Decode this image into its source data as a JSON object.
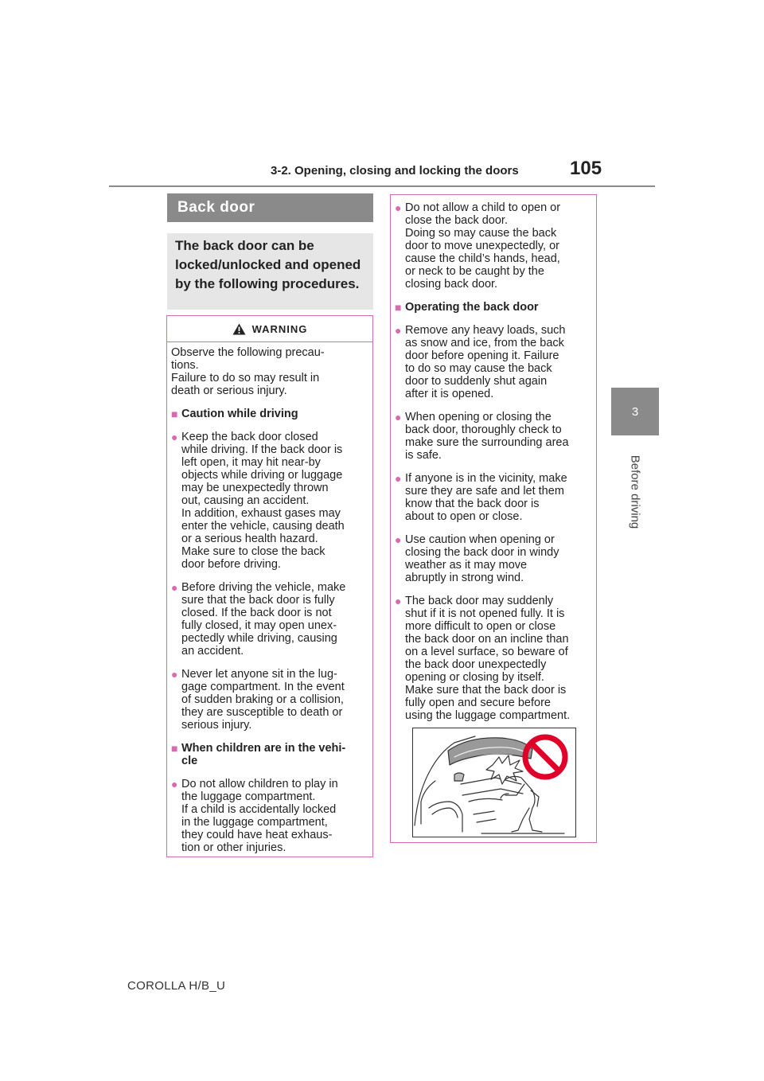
{
  "header": {
    "section_title": "3-2. Opening, closing and locking the doors",
    "page_number": "105"
  },
  "side_tab": {
    "chapter_number": "3",
    "chapter_title": "Before driving"
  },
  "section": {
    "title": "Back door",
    "intro": "The back door can be locked/unlocked and opened by the following procedures."
  },
  "warning": {
    "label": "WARNING",
    "intro": [
      "Observe the following precau-",
      "tions.",
      "Failure to do so may result in",
      "death or serious injury."
    ],
    "subhead_1": "Caution while driving",
    "item_1": [
      "Keep the back door closed",
      "while driving. If the back door is",
      "left open, it may hit near-by",
      "objects while driving or luggage",
      "may be unexpectedly thrown",
      "out, causing an accident.",
      "In addition, exhaust gases may",
      "enter the vehicle, causing death",
      "or a serious health hazard.",
      "Make sure to close the back",
      "door before driving."
    ],
    "item_2": [
      "Before driving the vehicle, make",
      "sure that the back door is fully",
      "closed. If the back door is not",
      "fully closed, it may open unex-",
      "pectedly while driving, causing",
      "an accident."
    ],
    "item_3": [
      "Never let anyone sit in the lug-",
      "gage compartment. In the event",
      "of sudden braking or a collision,",
      "they are susceptible to death or",
      "serious injury."
    ],
    "subhead_2": [
      "When children are in the vehi-",
      "cle"
    ],
    "item_4": [
      "Do not allow children to play in",
      "the luggage compartment.",
      "If a child is accidentally locked",
      "in the luggage compartment,",
      "they could have heat exhaus-",
      "tion or other injuries."
    ]
  },
  "right_column": {
    "item_5": [
      "Do not allow a child to open or",
      "close the back door.",
      "Doing so may cause the back",
      "door to move unexpectedly, or",
      "cause the child’s hands, head,",
      "or neck to be caught by the",
      "closing back door."
    ],
    "subhead_3": "Operating the back door",
    "item_6": [
      "Remove any heavy loads, such",
      "as snow and ice, from the back",
      "door before opening it. Failure",
      "to do so may cause the back",
      "door to suddenly shut again",
      "after it is opened."
    ],
    "item_7": [
      "When opening or closing the",
      "back door, thoroughly check to",
      "make sure the surrounding area",
      "is safe."
    ],
    "item_8": [
      "If anyone is in the vicinity, make",
      "sure they are safe and let them",
      "know that the back door is",
      "about to open or close."
    ],
    "item_9": [
      "Use caution when opening or",
      "closing the back door in windy",
      "weather as it may move",
      "abruptly in strong wind."
    ],
    "item_10": [
      "The back door may suddenly",
      "shut if it is not opened fully. It is",
      "more difficult to open or close",
      "the back door on an incline than",
      "on a level surface, so beware of",
      "the back door unexpectedly",
      "opening or closing by itself.",
      "Make sure that the back door is",
      "fully open and secure before",
      "using the luggage compartment."
    ]
  },
  "footer": {
    "model": "COROLLA H/B_U"
  },
  "icons": {
    "bullet": "circle-bullet-icon",
    "subhead_marker": "square-marker-icon",
    "warning": "warning-triangle-icon",
    "prohibited": "prohibition-sign-icon"
  },
  "colors": {
    "accent": "#d86ab0",
    "tab_gray": "#8a8a8a",
    "intro_bg": "#e6e6e6",
    "prohibit_red": "#e0002a"
  }
}
